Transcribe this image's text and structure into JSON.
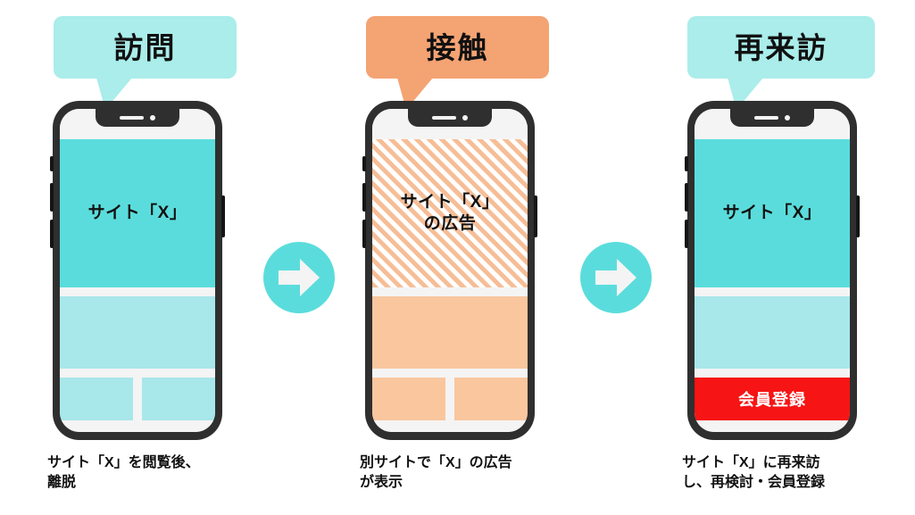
{
  "title": "Retargeting user journey: visit, ad contact, revisit",
  "colors": {
    "cyan_label_bg": "#AAEDEA",
    "orange_label_bg": "#F4A373",
    "hero_cyan": "#5BDCDC",
    "band_cyan": "#A8E7EA",
    "hero_stripe_orange": "#F6BE97",
    "band_peach": "#F9C69E",
    "cta_red": "#F61414",
    "phone_frame": "#2F2F2F",
    "screen_bg": "#F4F4F4",
    "arrow_circle": "#5BDCDC",
    "arrow_glyph": "#F4F4F4",
    "text_dark": "#111111"
  },
  "steps": [
    {
      "id": "visit",
      "label": "訪問",
      "label_style": "cyan",
      "screen": {
        "hero_text": "サイト「X」",
        "hero_style": "cyan-solid",
        "band_style": "cyan",
        "cards_style": "cyan",
        "cards_count": 2,
        "cta": null
      },
      "caption": "サイト「X」を閲覧後、\n離脱"
    },
    {
      "id": "contact",
      "label": "接触",
      "label_style": "orange",
      "screen": {
        "hero_text": "サイト「X」\nの広告",
        "hero_style": "orange-stripes",
        "band_style": "peach",
        "cards_style": "peach",
        "cards_count": 2,
        "cta": null
      },
      "caption": "別サイトで「X」の広告\nが表示"
    },
    {
      "id": "revisit",
      "label": "再来訪",
      "label_style": "cyan",
      "screen": {
        "hero_text": "サイト「X」",
        "hero_style": "cyan-solid",
        "band_style": "cyan",
        "cards_style": null,
        "cards_count": 0,
        "cta": "会員登録"
      },
      "caption": "サイト「X」に再来訪\nし、再検討・会員登録"
    }
  ],
  "arrows": [
    {
      "id": "arrow-1",
      "direction": "right",
      "icon": "arrow-right-icon"
    },
    {
      "id": "arrow-2",
      "direction": "right",
      "icon": "arrow-right-icon"
    }
  ],
  "phone_chrome": {
    "notch_speaker": "speaker-grille",
    "notch_camera": "front-camera",
    "buttons": [
      "mute-switch",
      "volume-up-button",
      "volume-down-button",
      "power-button"
    ]
  }
}
